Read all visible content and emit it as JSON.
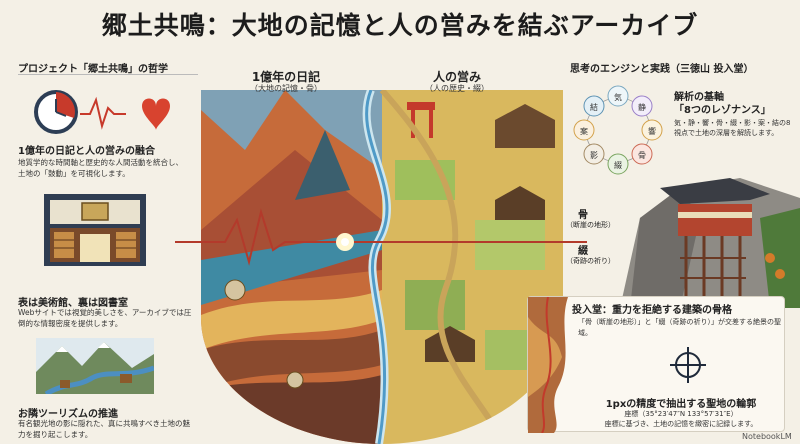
{
  "title": "郷土共鳴：大地の記憶と人の営みを結ぶアーカイブ",
  "left": {
    "heading": "プロジェクト「郷土共鳴」の哲学",
    "sections": [
      {
        "title": "1億年の日記と人の営みの融合",
        "body": "地質学的な時間軸と歴史的な人間活動を統合し、土地の「鼓動」を可視化します。"
      },
      {
        "title": "表は美術館、裏は図書室",
        "body": "Webサイトでは視覚的美しさを、アーカイブでは圧倒的な情報密度を提供します。"
      },
      {
        "title": "お隣ツーリズムの推進",
        "body": "有名観光地の影に隠れた、真に共鳴すべき土地の魅力を掘り起こします。"
      }
    ]
  },
  "center": {
    "left_label": "1億年の日記",
    "left_sub": "（大地の記憶・骨）",
    "right_label": "人の営み",
    "right_sub": "（人の歴史・綴）"
  },
  "right": {
    "heading": "思考のエンジンと実践（三徳山 投入堂）",
    "wheel": [
      "気",
      "静",
      "響",
      "骨",
      "綴",
      "影",
      "案",
      "結"
    ],
    "analysis_title": "解析の基軸",
    "analysis_sub": "「8つのレゾナンス」",
    "analysis_body": "気・静・響・骨・綴・影・案・結の8視点で土地の深層を解読します。",
    "bone_label": "骨",
    "bone_sub": "（断崖の地形）",
    "tsuzuri_label": "綴",
    "tsuzuri_sub": "（奇跡の祈り）",
    "nageire_title": "投入堂：重力を拒絶する建築の骨格",
    "nageire_body": "「骨（断崖の地形）」と「綴（奇跡の祈り）」が交差する絶景の聖域。",
    "coord_title": "1pxの精度で抽出する聖地の輪郭",
    "coord_body1": "座標（35°23′47″N 133°57′31″E）",
    "coord_body2": "座標に基づき、土地の記憶を緻密に記録します。"
  },
  "footer": "NotebookLM"
}
